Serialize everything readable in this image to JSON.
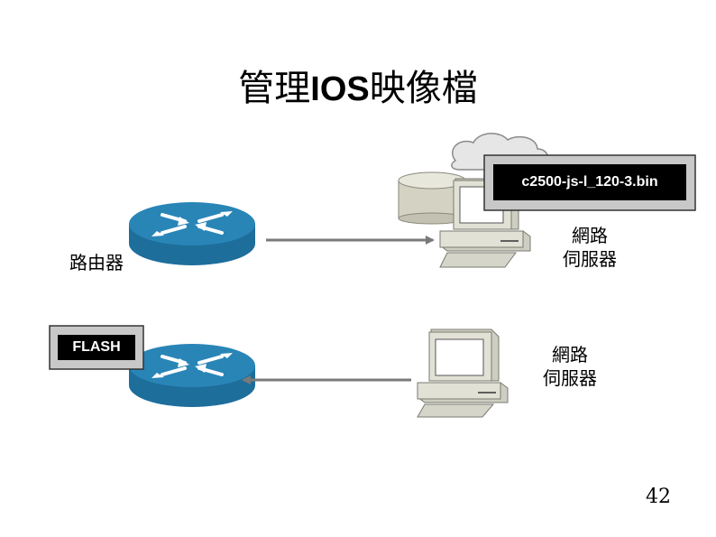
{
  "title": {
    "cjk_before": "管理",
    "latin": "IOS",
    "cjk_after": "映像檔"
  },
  "file_chip": {
    "text": "c2500-js-l_120-3.bin"
  },
  "flash_chip": {
    "text": "FLASH"
  },
  "labels": {
    "router": "路由器",
    "server_top_line1": "網路",
    "server_top_line2": "伺服器",
    "server_bottom_line1": "網路",
    "server_bottom_line2": "伺服器"
  },
  "page_number": "42",
  "colors": {
    "router_top": "#2a85b7",
    "router_side": "#1e6e9c",
    "pc_body": "#e2e1d6",
    "pc_shadow": "#a9a89b",
    "arrow": "#7a7a7a",
    "chip_bg": "#000000",
    "chip_frame": "#c8c8c8"
  }
}
